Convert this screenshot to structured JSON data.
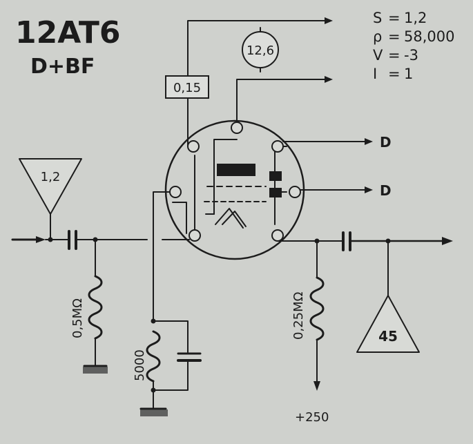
{
  "header": {
    "tube": "12AT6",
    "function": "D+BF"
  },
  "specs": [
    {
      "sym": "S",
      "val": "1,2"
    },
    {
      "sym": "ρ",
      "val": "58,000"
    },
    {
      "sym": "V",
      "val": "-3"
    },
    {
      "sym": "I",
      "val": "1"
    }
  ],
  "heater": {
    "current": "0,15",
    "voltage": "12,6"
  },
  "outputs": {
    "diode_top": "D",
    "diode_bottom": "D"
  },
  "input_gain": "1,2",
  "output_gain": "45",
  "grid_resistor": "0,5MΩ",
  "cathode_resistor": "5000",
  "plate_resistor": "0,25MΩ",
  "supply": "+250"
}
